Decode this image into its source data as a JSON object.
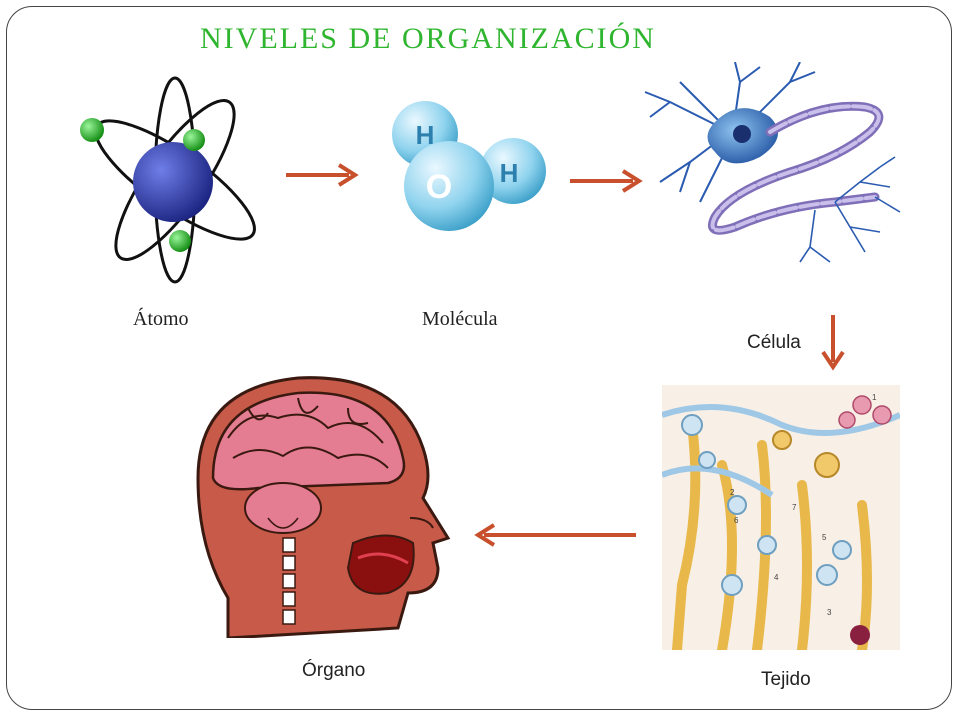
{
  "slide": {
    "title": "Niveles de organización",
    "labels": {
      "atom": "Átomo",
      "molecule": "Molécula",
      "cell": "Célula",
      "tissue": "Tejido",
      "organ": "Órgano"
    },
    "molecule_letters": {
      "h1": "H",
      "o": "O",
      "h2": "H"
    },
    "tissue_numbers": [
      "1",
      "2",
      "3",
      "4",
      "5",
      "6",
      "7"
    ],
    "colors": {
      "title": "#2fb52f",
      "arrow": "#c8502c",
      "atom_nucleus": "#2a35a8",
      "electron": "#22b422",
      "molecule": "#7fcbe6",
      "neuron": "#2a5bb0",
      "axon_sheath": "#9a8ac8",
      "tissue_fiber": "#e8b84a",
      "brain": "#e47c92",
      "head_tissue": "#c85a4a"
    },
    "icons": [
      "atom-icon",
      "water-molecule-icon",
      "neuron-icon",
      "nerve-tissue-icon",
      "head-brain-icon",
      "arrow-right-icon",
      "arrow-down-icon",
      "arrow-left-icon"
    ]
  }
}
